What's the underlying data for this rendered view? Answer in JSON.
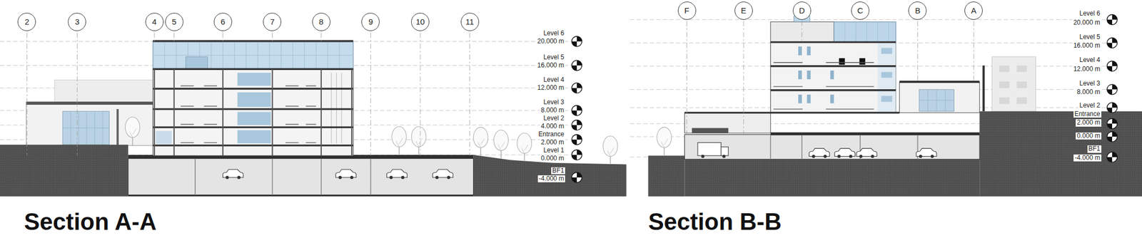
{
  "diagram": {
    "nodes": [
      {
        "text": [
          "2"
        ]
      },
      {
        "text": [
          "3"
        ]
      },
      {
        "text": [
          "4"
        ]
      },
      {
        "text": [
          "5"
        ]
      },
      {
        "text": [
          "6"
        ]
      },
      {
        "text": [
          "7"
        ]
      },
      {
        "text": [
          "8"
        ]
      },
      {
        "text": [
          "9"
        ]
      },
      {
        "text": [
          "10"
        ]
      },
      {
        "text": [
          "11"
        ]
      },
      {
        "text": [
          "F"
        ]
      },
      {
        "text": [
          "E"
        ]
      },
      {
        "text": [
          "D"
        ]
      },
      {
        "text": [
          "C"
        ]
      },
      {
        "text": [
          "B"
        ]
      },
      {
        "text": [
          "A"
        ]
      }
    ],
    "labels": [
      "Level 6",
      "20.000 m",
      "Level 5",
      "16.000 m",
      "Level 4",
      "12.000 m",
      "Level 3",
      "8.000 m",
      "Level 2",
      "4.000 m",
      "Entrance",
      "2.000 m",
      "Level 1",
      "0.000 m",
      "BF1",
      "-4.000 m",
      "Section A-A",
      "Level 6",
      "20.000 m",
      "Level 5",
      "16.000 m",
      "Level 4",
      "12.000 m",
      "Level 3",
      "8.000 m",
      "Level 2",
      "Entrance",
      "2.000 m",
      "0.000 m",
      "BF1",
      "-4.000 m",
      "Section B-B"
    ]
  }
}
